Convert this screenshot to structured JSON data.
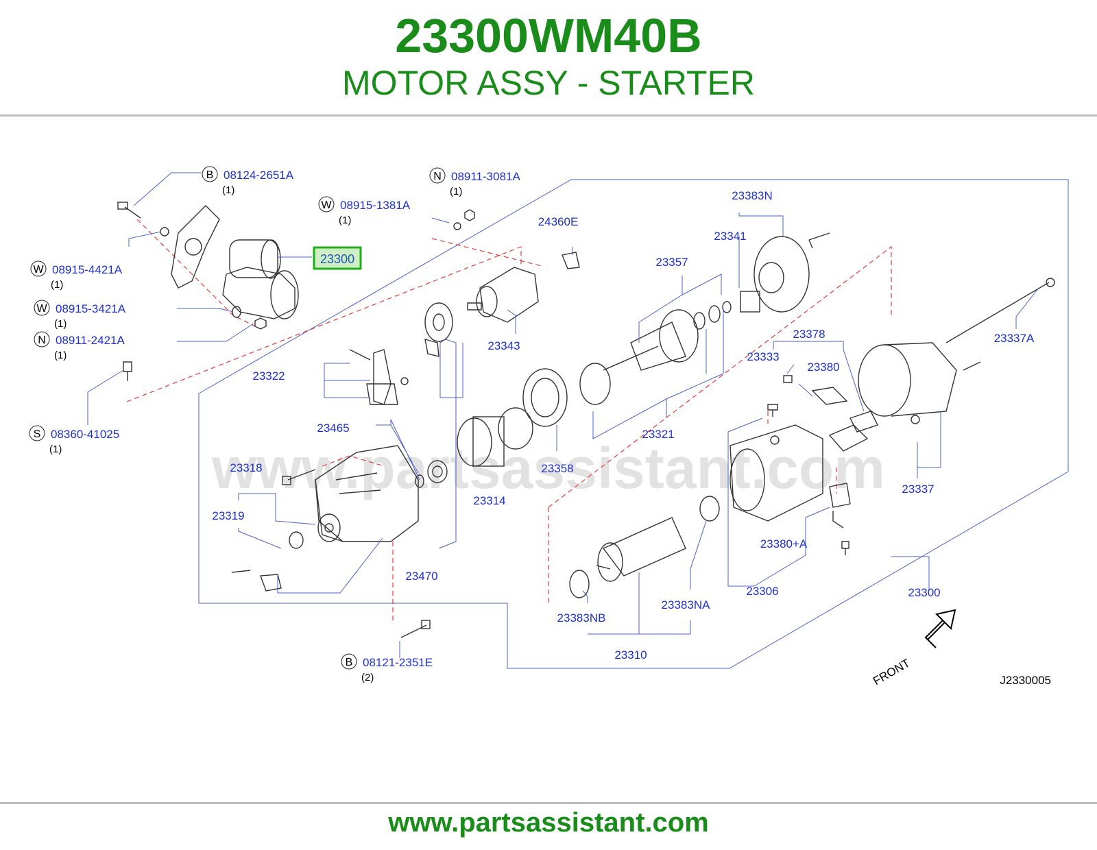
{
  "header": {
    "part_number": "23300WM40B",
    "part_title": "MOTOR ASSY - STARTER"
  },
  "watermark": "www.partsassistant.com",
  "footer": {
    "url": "www.partsassistant.com"
  },
  "diagram": {
    "code": "J2330005",
    "front_label": "FRONT",
    "highlighted_label": "23300",
    "callouts": [
      {
        "prefix": "B",
        "label": "08124-2651A",
        "qty": "(1)"
      },
      {
        "prefix": "N",
        "label": "08911-3081A",
        "qty": "(1)"
      },
      {
        "prefix": "W",
        "label": "08915-1381A",
        "qty": "(1)"
      },
      {
        "prefix": "W",
        "label": "08915-4421A",
        "qty": "(1)"
      },
      {
        "prefix": "W",
        "label": "08915-3421A",
        "qty": "(1)"
      },
      {
        "prefix": "N",
        "label": "08911-2421A",
        "qty": "(1)"
      },
      {
        "prefix": "S",
        "label": "08360-41025",
        "qty": "(1)"
      },
      {
        "prefix": "B",
        "label": "08121-2351E",
        "qty": "(2)"
      }
    ],
    "part_labels": [
      "24360E",
      "23383N",
      "23341",
      "23357",
      "23343",
      "23322",
      "23378",
      "23337A",
      "23333",
      "23380",
      "23465",
      "23321",
      "23318",
      "23358",
      "23337",
      "23319",
      "23314",
      "23380+A",
      "23470",
      "23306",
      "23300",
      "23383NB",
      "23383NA",
      "23310"
    ]
  }
}
